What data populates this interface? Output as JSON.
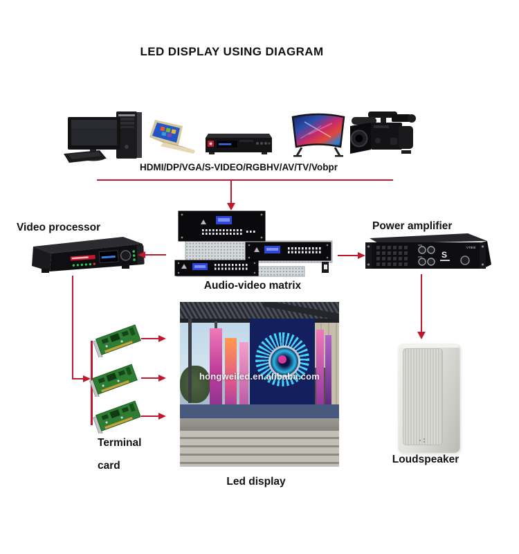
{
  "title": "LED DISPLAY USING DIAGRAM",
  "sources": {
    "bus_label": "HDMI/DP/VGA/S-VIDEO/RGBHV/AV/TV/Vobpr",
    "devices": [
      "desktop-computer",
      "laptop",
      "dvd-player",
      "curved-tv",
      "video-camera"
    ]
  },
  "nodes": {
    "video_processor": "Video processor",
    "audio_video_matrix": "Audio-video matrix",
    "power_amplifier": "Power amplifier",
    "terminal_card_line1": "Terminal",
    "terminal_card_line2": "card",
    "led_display": "Led display",
    "loudspeaker": "Loudspeaker"
  },
  "led_display_watermark": "hongweiled.en.alibaba.com",
  "colors": {
    "connector": "#c0182f",
    "label_text": "#111111",
    "background": "#ffffff"
  }
}
